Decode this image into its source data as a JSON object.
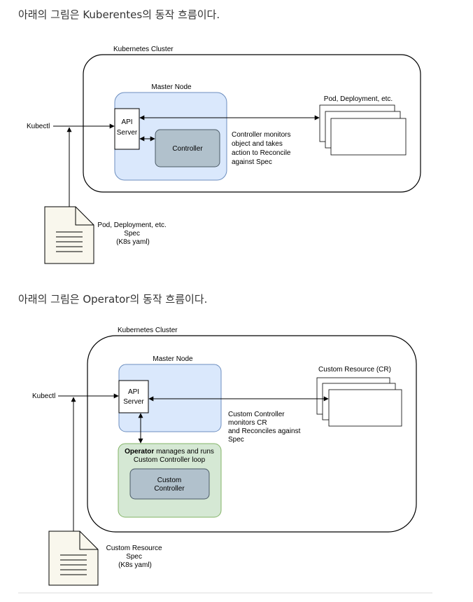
{
  "captions": {
    "first": "아래의 그림은 Kuberentes의 동작 흐름이다.",
    "second": "아래의 그림은 Operator의 동작 흐름이다."
  },
  "diagram1": {
    "cluster_label": "Kubernetes Cluster",
    "master_label": "Master Node",
    "api_line1": "API",
    "api_line2": "Server",
    "controller_label": "Controller",
    "kubectl_label": "Kubectl",
    "pods_label": "Pod, Deployment, etc.",
    "note_lines": [
      "Controller monitors",
      "object and takes",
      "action to Reconcile",
      "against Spec"
    ],
    "doc_lines": [
      "Pod, Deployment, etc.",
      "Spec",
      "(K8s yaml)"
    ]
  },
  "diagram2": {
    "cluster_label": "Kubernetes Cluster",
    "master_label": "Master Node",
    "api_line1": "API",
    "api_line2": "Server",
    "operator_bold": "Operator",
    "operator_rest": " manages and runs",
    "operator_line2": "Custom Controller loop",
    "custom_controller_line1": "Custom",
    "custom_controller_line2": "Controller",
    "kubectl_label": "Kubectl",
    "cr_label": "Custom Resource (CR)",
    "note_lines": [
      "Custom Controller",
      "monitors CR",
      "and Reconciles against",
      "Spec"
    ],
    "doc_lines": [
      "Custom Resource",
      "Spec",
      "(K8s yaml)"
    ]
  },
  "colors": {
    "master_fill": "#dae8fc",
    "master_stroke": "#6c8ebf",
    "controller_fill": "#b1c1cc",
    "controller_stroke": "#4a5a66",
    "operator_fill": "#d5e8d4",
    "operator_stroke": "#82b366",
    "document_fill": "#f9f7ed"
  }
}
